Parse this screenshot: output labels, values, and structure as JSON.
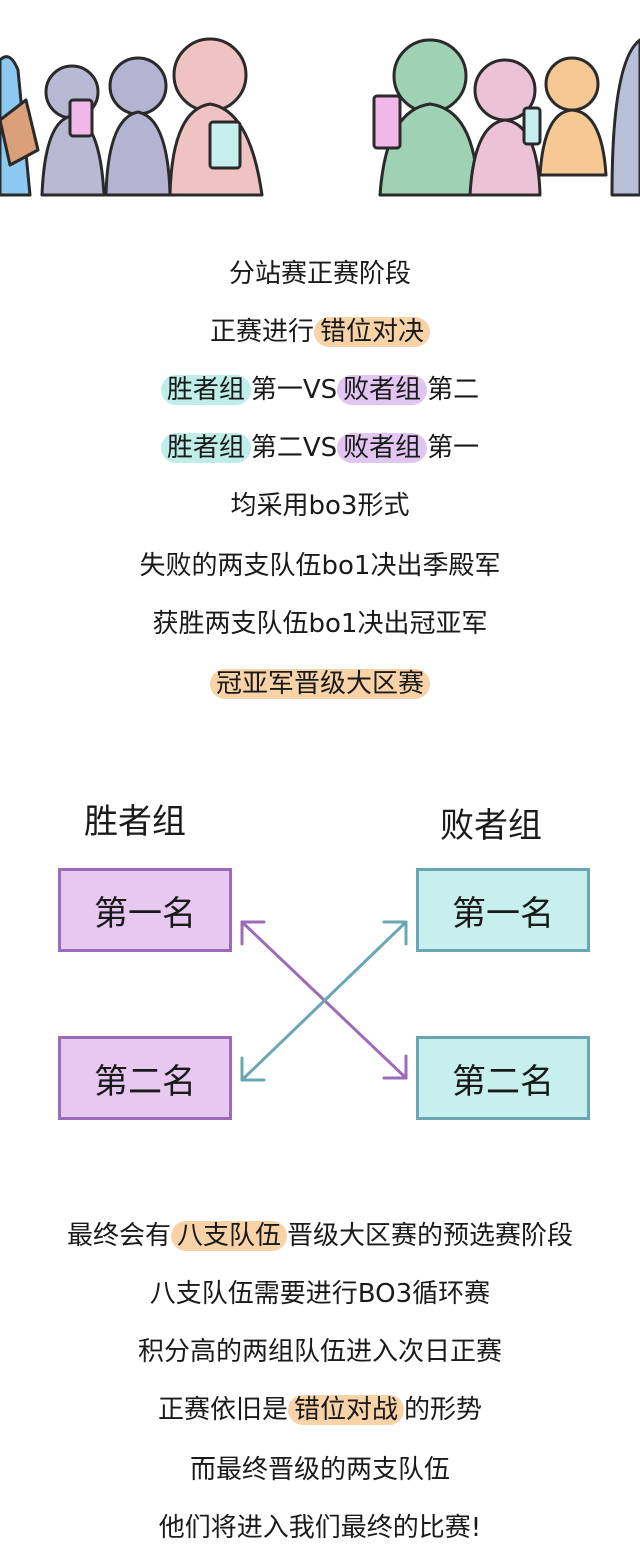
{
  "intro": {
    "l1": "分站赛正赛阶段",
    "l2": {
      "a": "正赛进行",
      "hl": "错位对决"
    },
    "l3": {
      "hl1": "胜者组",
      "a": "第一VS",
      "hl2": "败者组",
      "b": "第二"
    },
    "l4": {
      "hl1": "胜者组",
      "a": "第二VS",
      "hl2": "败者组",
      "b": "第一"
    },
    "l5": "均采用bo3形式",
    "l6": "失败的两支队伍bo1决出季殿军",
    "l7": "获胜两支队伍bo1决出冠亚军",
    "l8": {
      "hl": "冠亚军晋级大区赛"
    }
  },
  "bracket": {
    "winners_label": "胜者组",
    "losers_label": "败者组",
    "winners_first": "第一名",
    "winners_second": "第二名",
    "losers_first": "第一名",
    "losers_second": "第二名",
    "colors": {
      "winners_fill": "#e7c8f1",
      "winners_stroke": "#9d6bb8",
      "losers_fill": "#c6efee",
      "losers_stroke": "#6aa7b3"
    }
  },
  "outro": {
    "l1": {
      "a": "最终会有",
      "hl": "八支队伍",
      "b": "晋级大区赛的预选赛阶段"
    },
    "l2": "八支队伍需要进行BO3循环赛",
    "l3": "积分高的两组队伍进入次日正赛",
    "l4": {
      "a": "正赛依旧是",
      "hl": "错位对战",
      "b": "的形势"
    },
    "l5": "而最终晋级的两支队伍",
    "l6": "他们将进入我们最终的比赛!"
  }
}
